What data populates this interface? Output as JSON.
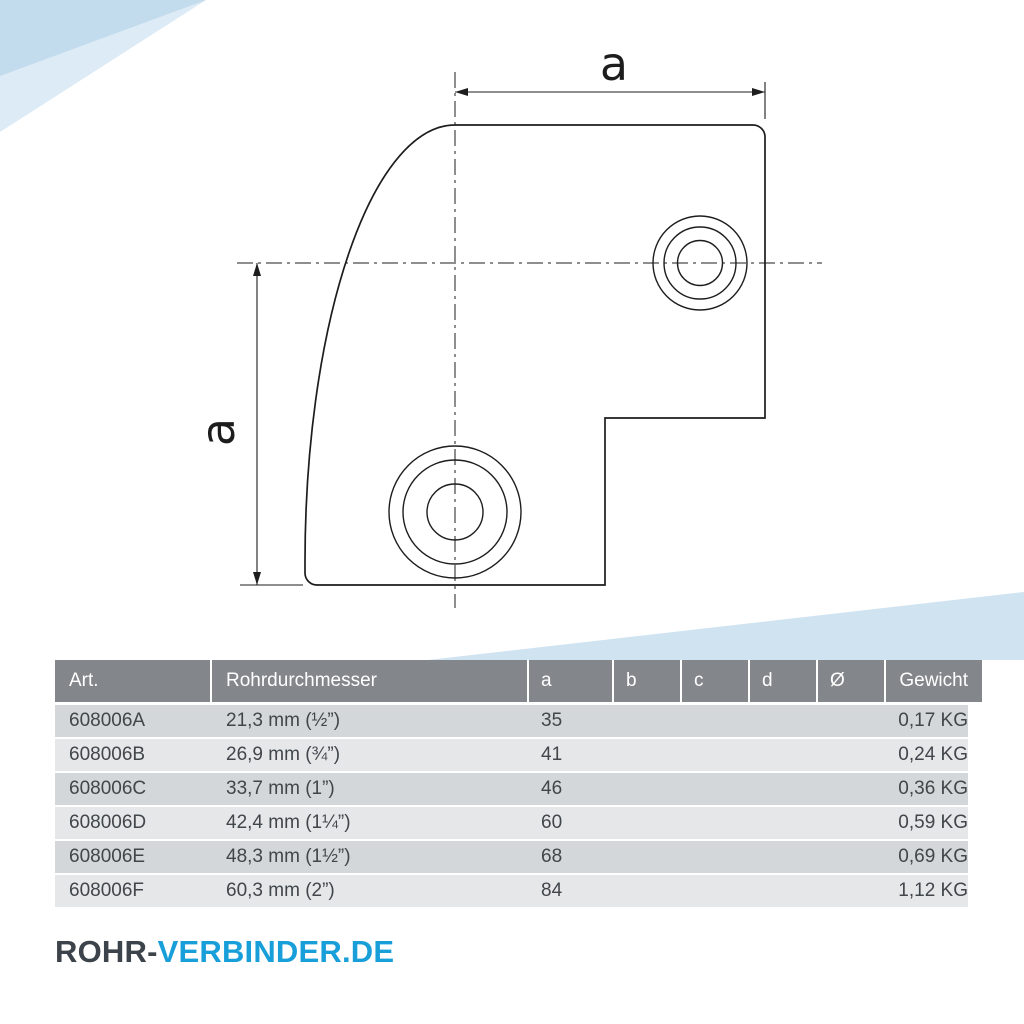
{
  "diagram": {
    "name": "90-degree-elbow-pipe-connector-technical-drawing",
    "dim_label_top": "a",
    "dim_label_left": "a"
  },
  "table": {
    "headers": [
      "Art.",
      "Rohrdurchmesser",
      "a",
      "b",
      "c",
      "d",
      "Ø",
      "Gewicht"
    ],
    "rows": [
      {
        "art": "608006A",
        "durchmesser": "21,3 mm (½”)",
        "a": "35",
        "b": "",
        "c": "",
        "d": "",
        "oe": "",
        "gewicht": "0,17 KG"
      },
      {
        "art": "608006B",
        "durchmesser": "26,9 mm (¾”)",
        "a": "41",
        "b": "",
        "c": "",
        "d": "",
        "oe": "",
        "gewicht": "0,24 KG"
      },
      {
        "art": "608006C",
        "durchmesser": "33,7 mm (1”)",
        "a": "46",
        "b": "",
        "c": "",
        "d": "",
        "oe": "",
        "gewicht": "0,36 KG"
      },
      {
        "art": "608006D",
        "durchmesser": "42,4 mm (1¼”)",
        "a": "60",
        "b": "",
        "c": "",
        "d": "",
        "oe": "",
        "gewicht": "0,59 KG"
      },
      {
        "art": "608006E",
        "durchmesser": "48,3 mm (1½”)",
        "a": "68",
        "b": "",
        "c": "",
        "d": "",
        "oe": "",
        "gewicht": "0,69 KG"
      },
      {
        "art": "608006F",
        "durchmesser": "60,3 mm (2”)",
        "a": "84",
        "b": "",
        "c": "",
        "d": "",
        "oe": "",
        "gewicht": "1,12 KG"
      }
    ]
  },
  "logo": {
    "part1": "ROHR-",
    "part2": "VERBINDER.DE"
  },
  "colors": {
    "accent_blue": "#189fd9",
    "header_gray": "#83878b",
    "row_dark": "#d3d7d9",
    "row_light": "#e5e7e9",
    "deco_blue": "#cfe3f1",
    "line": "#1d1d1d"
  }
}
